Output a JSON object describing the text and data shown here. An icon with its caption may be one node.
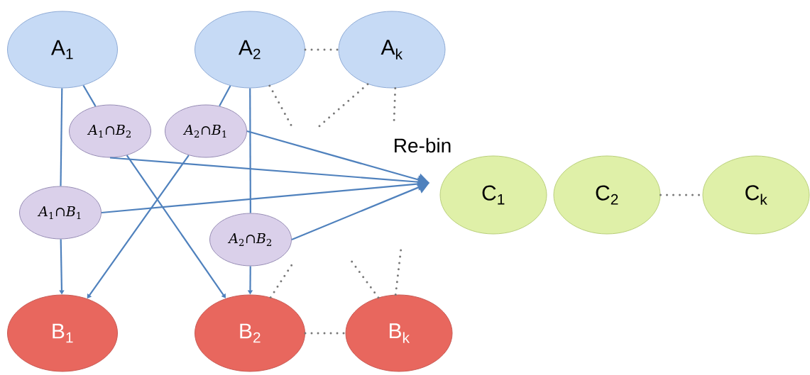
{
  "diagram": {
    "nodes": [
      {
        "text": [
          "A$_{1}$"
        ]
      },
      {
        "text": [
          "A$_{2}$"
        ]
      },
      {
        "text": [
          "A$_{k}$"
        ]
      },
      {
        "text": [
          "*A*$_{1}$∩*B*$_{2}$"
        ]
      },
      {
        "text": [
          "*A*$_{2}$∩*B*$_{1}$"
        ]
      },
      {
        "text": [
          "*A*$_{1}$∩*B*$_{1}$"
        ]
      },
      {
        "text": [
          "*A*$_{2}$∩*B*$_{2}$"
        ]
      },
      {
        "text": [
          "B$_{1}$"
        ]
      },
      {
        "text": [
          "B$_{2}$"
        ]
      },
      {
        "text": [
          "B$_{k}$"
        ]
      },
      {
        "text": [
          "C$_{1}$"
        ]
      },
      {
        "text": [
          "C$_{2}$"
        ]
      },
      {
        "text": [
          "C$_{k}$"
        ]
      }
    ],
    "edges": [
      {
        "from": 0,
        "to": 5,
        "arrow": "none"
      },
      {
        "from": 5,
        "to": 7,
        "arrow": "to"
      },
      {
        "from": 0,
        "to": 3,
        "arrow": "none"
      },
      {
        "from": 3,
        "to": 8,
        "arrow": "to"
      },
      {
        "from": 1,
        "to": 4,
        "arrow": "none"
      },
      {
        "from": 4,
        "to": 7,
        "arrow": "to"
      },
      {
        "from": 1,
        "to": 6,
        "arrow": "none"
      },
      {
        "from": 6,
        "to": 8,
        "arrow": "to"
      },
      {
        "from": 3,
        "to": null,
        "arrow": "to"
      },
      {
        "from": 4,
        "to": null,
        "arrow": "to"
      },
      {
        "from": 5,
        "to": null,
        "arrow": "to"
      },
      {
        "from": 6,
        "to": null,
        "arrow": "to"
      },
      {
        "from": 1,
        "to": 2,
        "arrow": "none",
        "style": "dashed"
      },
      {
        "from": 8,
        "to": 9,
        "arrow": "none",
        "style": "dashed"
      },
      {
        "from": 11,
        "to": 12,
        "arrow": "none",
        "style": "dashed"
      },
      {
        "from": 1,
        "to": null,
        "arrow": "none",
        "style": "dashed"
      },
      {
        "from": 2,
        "to": null,
        "arrow": "none",
        "style": "dashed"
      },
      {
        "from": 2,
        "to": null,
        "arrow": "none",
        "style": "dashed"
      },
      {
        "from": 8,
        "to": null,
        "arrow": "none",
        "style": "dashed"
      },
      {
        "from": 9,
        "to": null,
        "arrow": "none",
        "style": "dashed"
      },
      {
        "from": 9,
        "to": null,
        "arrow": "none",
        "style": "dashed"
      }
    ],
    "labels": [
      "Re-bin"
    ]
  }
}
